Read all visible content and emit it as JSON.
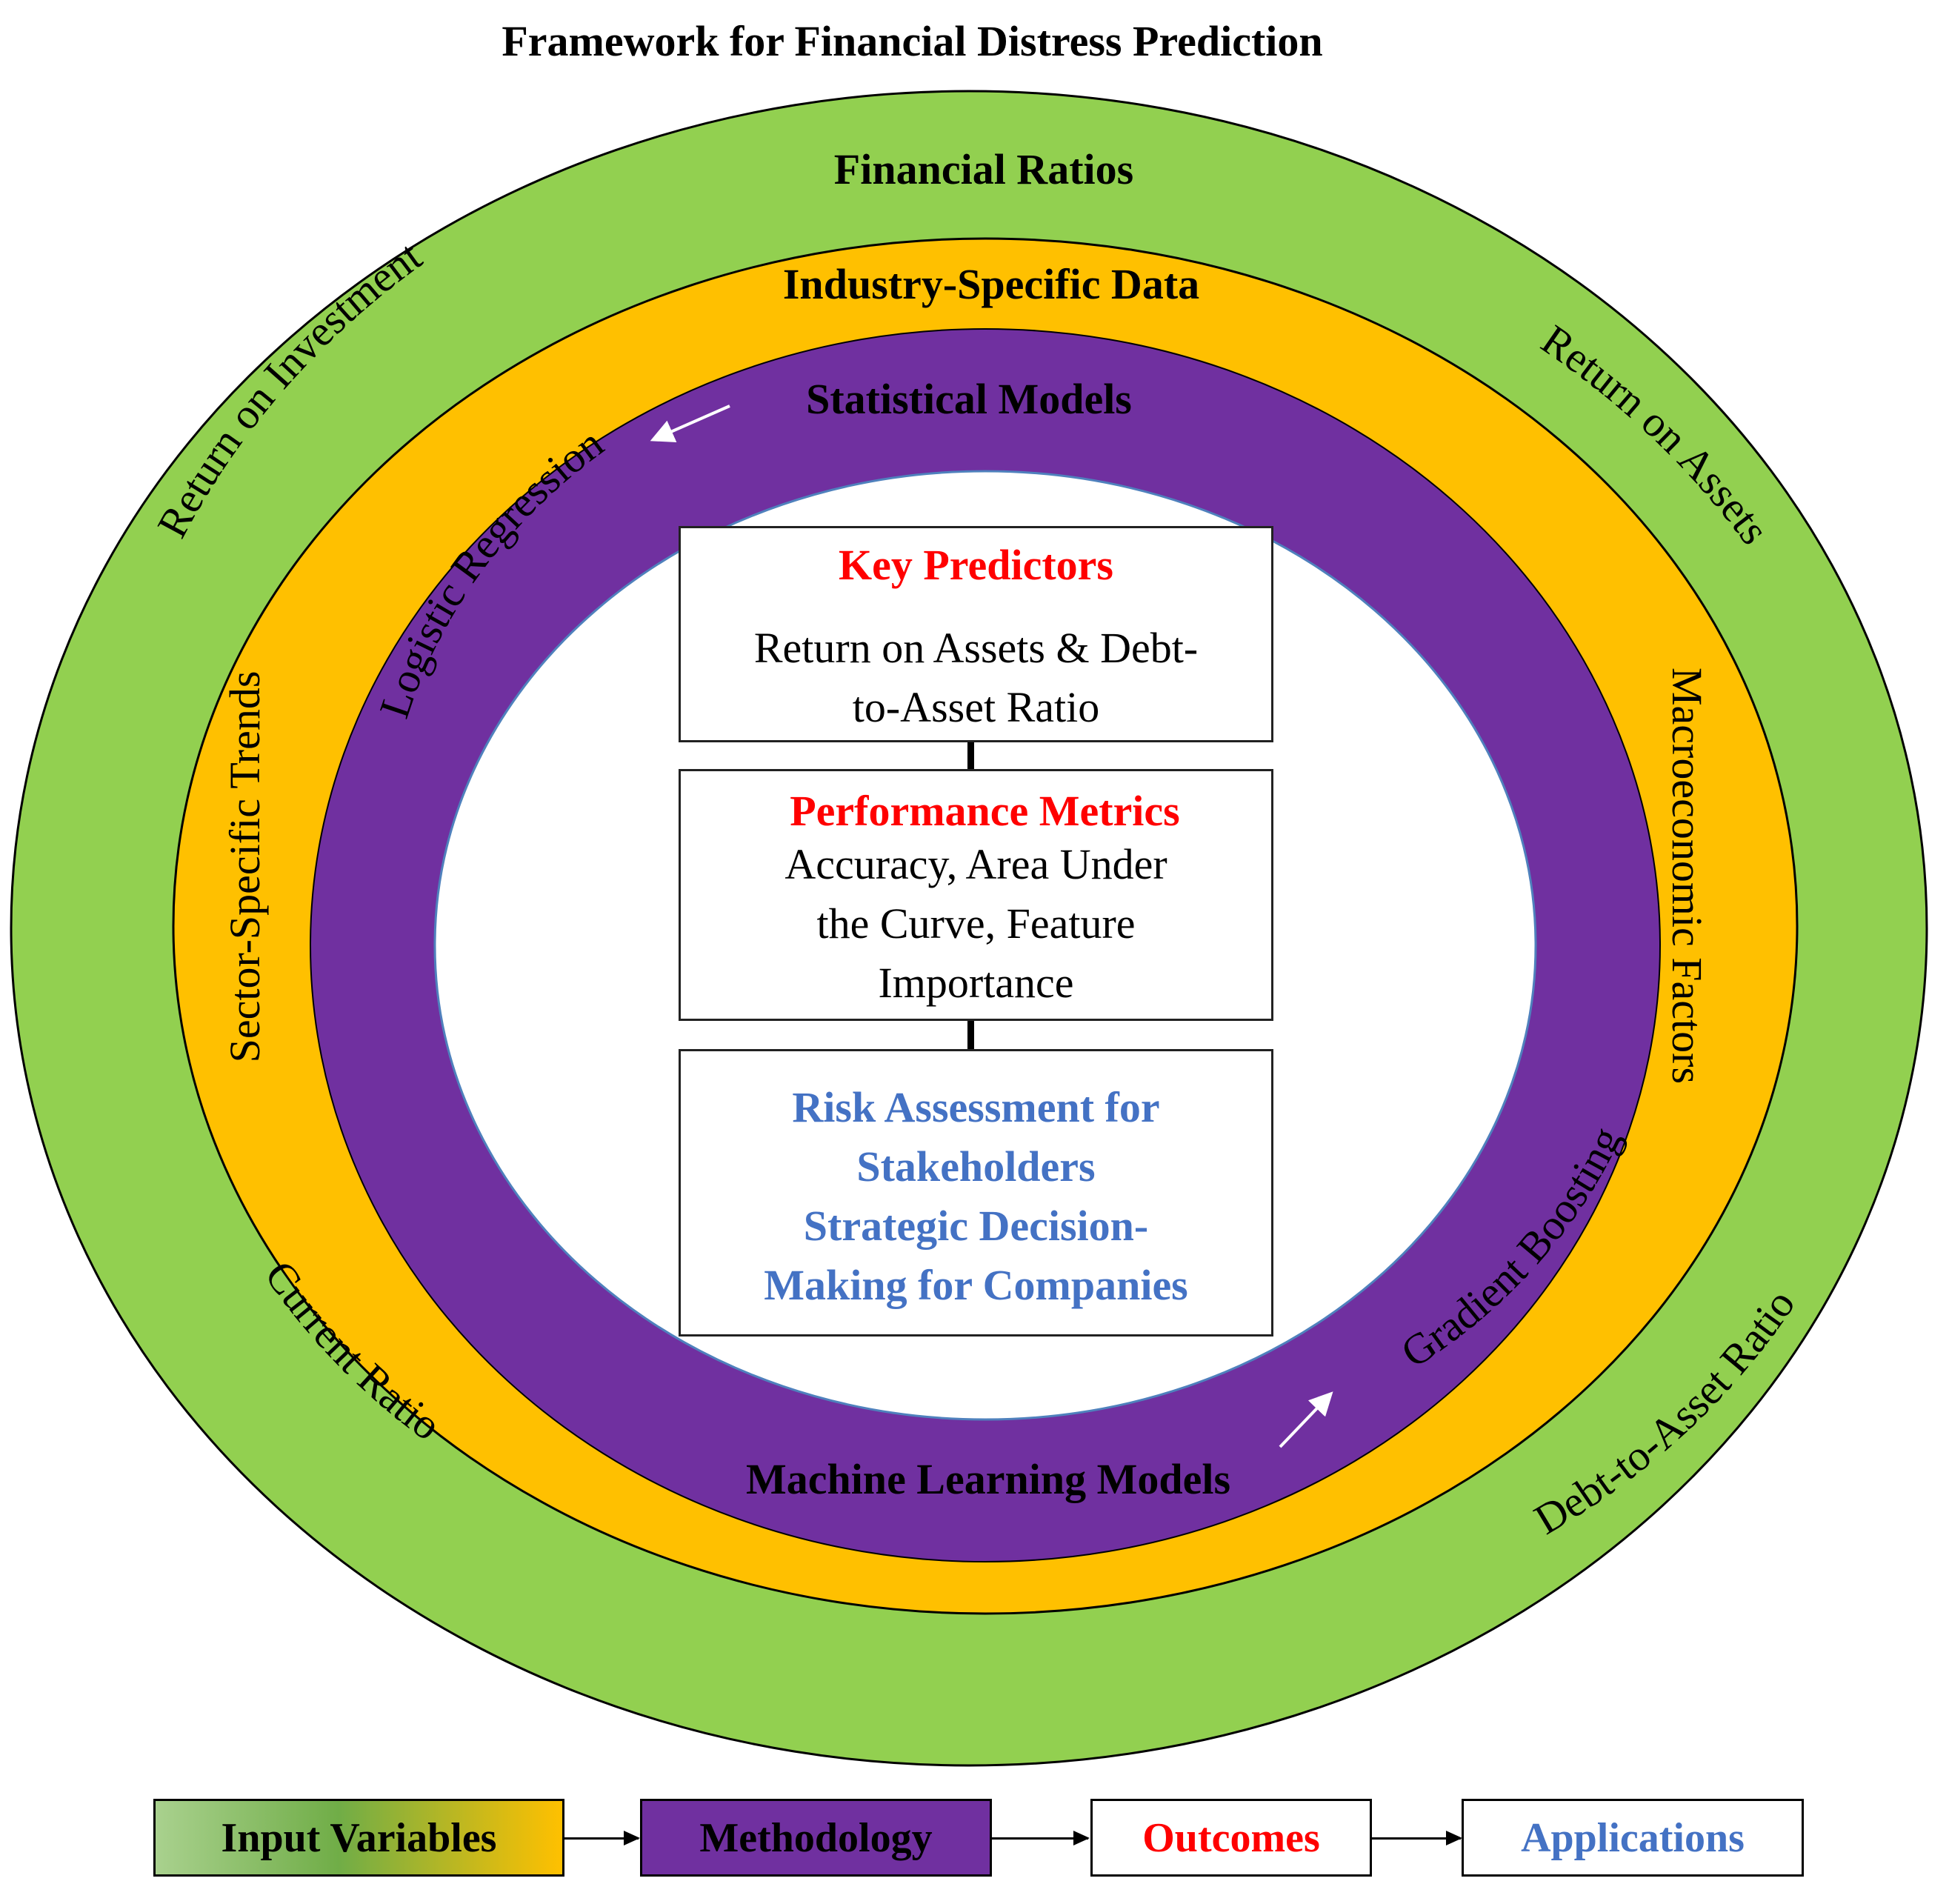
{
  "title": "Framework for Financial Distress Prediction",
  "colors": {
    "outer_ring": "#92d050",
    "middle_ring": "#ffc000",
    "inner_ring": "#7030a0",
    "outcome_red": "#ff0000",
    "application_blue": "#4472c4"
  },
  "rings": {
    "outer": {
      "label": "Financial Ratios",
      "items": [
        "Return on Investment",
        "Return on Assets",
        "Current Ratio",
        "Debt-to-Asset Ratio"
      ]
    },
    "middle": {
      "label": "Industry-Specific Data",
      "items": [
        "Sector-Specific Trends",
        "Macroeconomic Factors"
      ]
    },
    "inner": {
      "label_top": "Statistical Models",
      "label_bottom": "Machine Learning Models",
      "items": [
        "Logistic Regression",
        "Gradient Boosting"
      ]
    }
  },
  "center": {
    "key_predictors": {
      "title": "Key Predictors",
      "line1": "Return on Assets & Debt-",
      "line2": "to-Asset Ratio"
    },
    "performance_metrics": {
      "title": "Performance Metrics",
      "line1": "Accuracy, Area Under",
      "line2": "the Curve, Feature",
      "line3": "Importance"
    },
    "applications": {
      "line1": "Risk Assessment  for",
      "line2": "Stakeholders",
      "line3": "Strategic Decision-",
      "line4": "Making for Companies"
    }
  },
  "legend": {
    "input_variables": "Input Variables",
    "methodology": "Methodology",
    "outcomes": "Outcomes",
    "applications": "Applications"
  }
}
